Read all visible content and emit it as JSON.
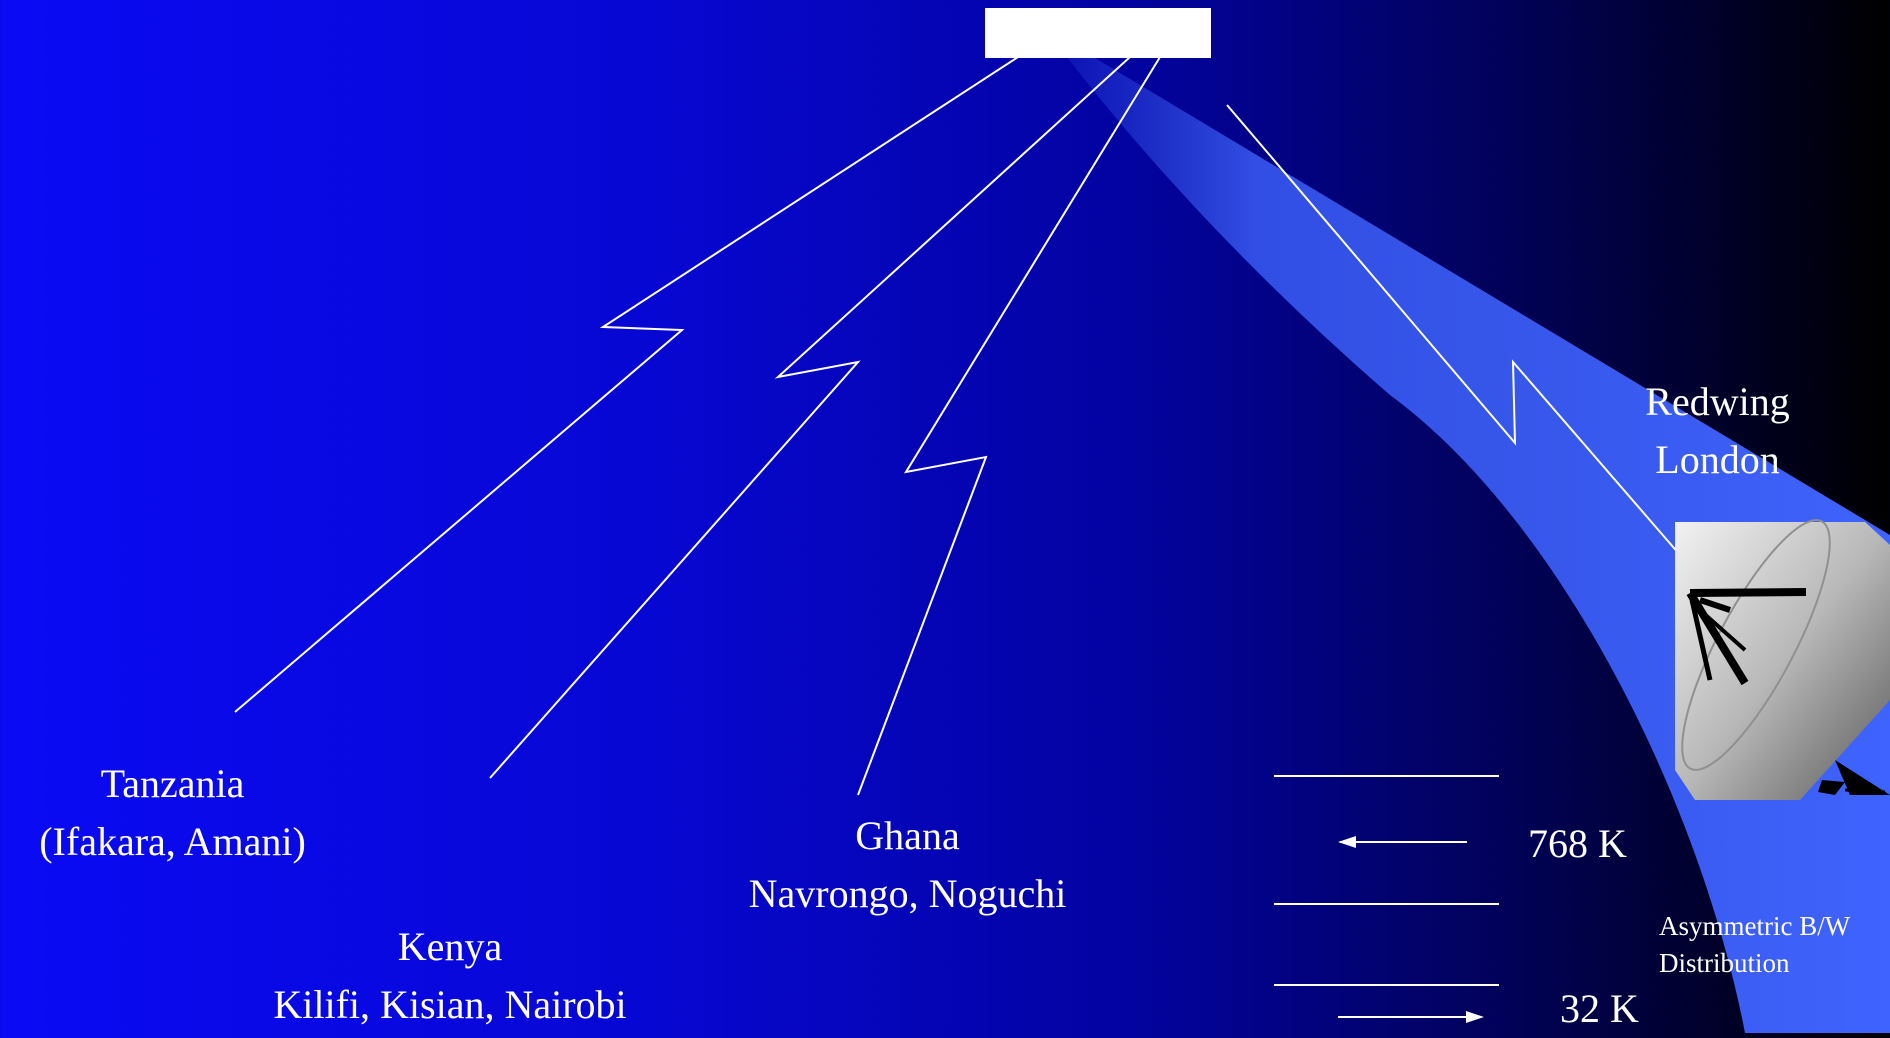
{
  "sites": {
    "tanzania": {
      "name": "Tanzania",
      "detail": "(Ifakara, Amani)"
    },
    "kenya": {
      "name": "Kenya",
      "detail": "Kilifi, Kisian, Nairobi"
    },
    "ghana": {
      "name": "Ghana",
      "detail": "Navrongo, Noguchi"
    },
    "redwing": {
      "line1": "Redwing",
      "line2": "London"
    }
  },
  "bandwidth": {
    "downlink": "768 K",
    "uplink": "32 K",
    "note_line1": "Asymmetric B/W",
    "note_line2": "Distribution"
  },
  "colors": {
    "background_left": "#0a0af5",
    "background_right": "#000000",
    "beam": "#3a5cf5",
    "link_lines": "#ffffff",
    "satellite_box": "#ffffff"
  },
  "icons": {
    "satellite": "satellite-box-icon",
    "dish": "satellite-dish-icon"
  }
}
